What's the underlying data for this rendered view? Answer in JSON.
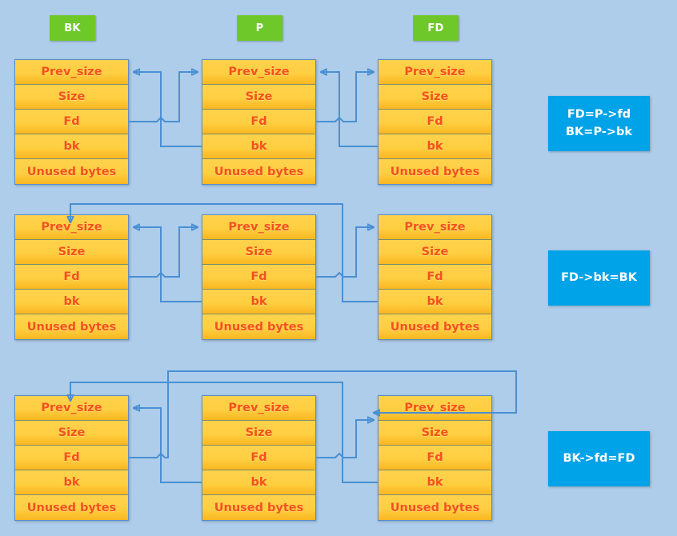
{
  "diagram": {
    "title": "glibc unlink macro heap chunk pointer rewiring",
    "background_color": "#aecdea",
    "chunk_fill_color": "#ffcf42",
    "chunk_text_color": "#f4511e",
    "pointer_label_color": "#6fc82a",
    "callout_color": "#00a2e8",
    "arrow_color": "#4a8fd4"
  },
  "pointer_labels": [
    {
      "name": "bk-pointer-label",
      "text": "BK"
    },
    {
      "name": "p-pointer-label",
      "text": "P"
    },
    {
      "name": "fd-pointer-label",
      "text": "FD"
    }
  ],
  "chunk_fields": [
    "Prev_size",
    "Size",
    "Fd",
    "bk",
    "Unused bytes"
  ],
  "rows": [
    {
      "id": "row-1",
      "callout_lines": [
        "FD=P->fd",
        "BK=P->bk"
      ],
      "chunks": [
        {
          "label": "BK",
          "fields": [
            "Prev_size",
            "Size",
            "Fd",
            "bk",
            "Unused bytes"
          ]
        },
        {
          "label": "P",
          "fields": [
            "Prev_size",
            "Size",
            "Fd",
            "bk",
            "Unused bytes"
          ]
        },
        {
          "label": "FD",
          "fields": [
            "Prev_size",
            "Size",
            "Fd",
            "bk",
            "Unused bytes"
          ]
        }
      ]
    },
    {
      "id": "row-2",
      "callout_lines": [
        "FD->bk=BK"
      ],
      "chunks": [
        {
          "label": "BK",
          "fields": [
            "Prev_size",
            "Size",
            "Fd",
            "bk",
            "Unused bytes"
          ]
        },
        {
          "label": "P",
          "fields": [
            "Prev_size",
            "Size",
            "Fd",
            "bk",
            "Unused bytes"
          ]
        },
        {
          "label": "FD",
          "fields": [
            "Prev_size",
            "Size",
            "Fd",
            "bk",
            "Unused bytes"
          ]
        }
      ]
    },
    {
      "id": "row-3",
      "callout_lines": [
        "BK->fd=FD"
      ],
      "chunks": [
        {
          "label": "BK",
          "fields": [
            "Prev_size",
            "Size",
            "Fd",
            "bk",
            "Unused bytes"
          ]
        },
        {
          "label": "P",
          "fields": [
            "Prev_size",
            "Size",
            "Fd",
            "bk",
            "Unused bytes"
          ]
        },
        {
          "label": "FD",
          "fields": [
            "Prev_size",
            "Size",
            "Fd",
            "bk",
            "Unused bytes"
          ]
        }
      ]
    }
  ]
}
